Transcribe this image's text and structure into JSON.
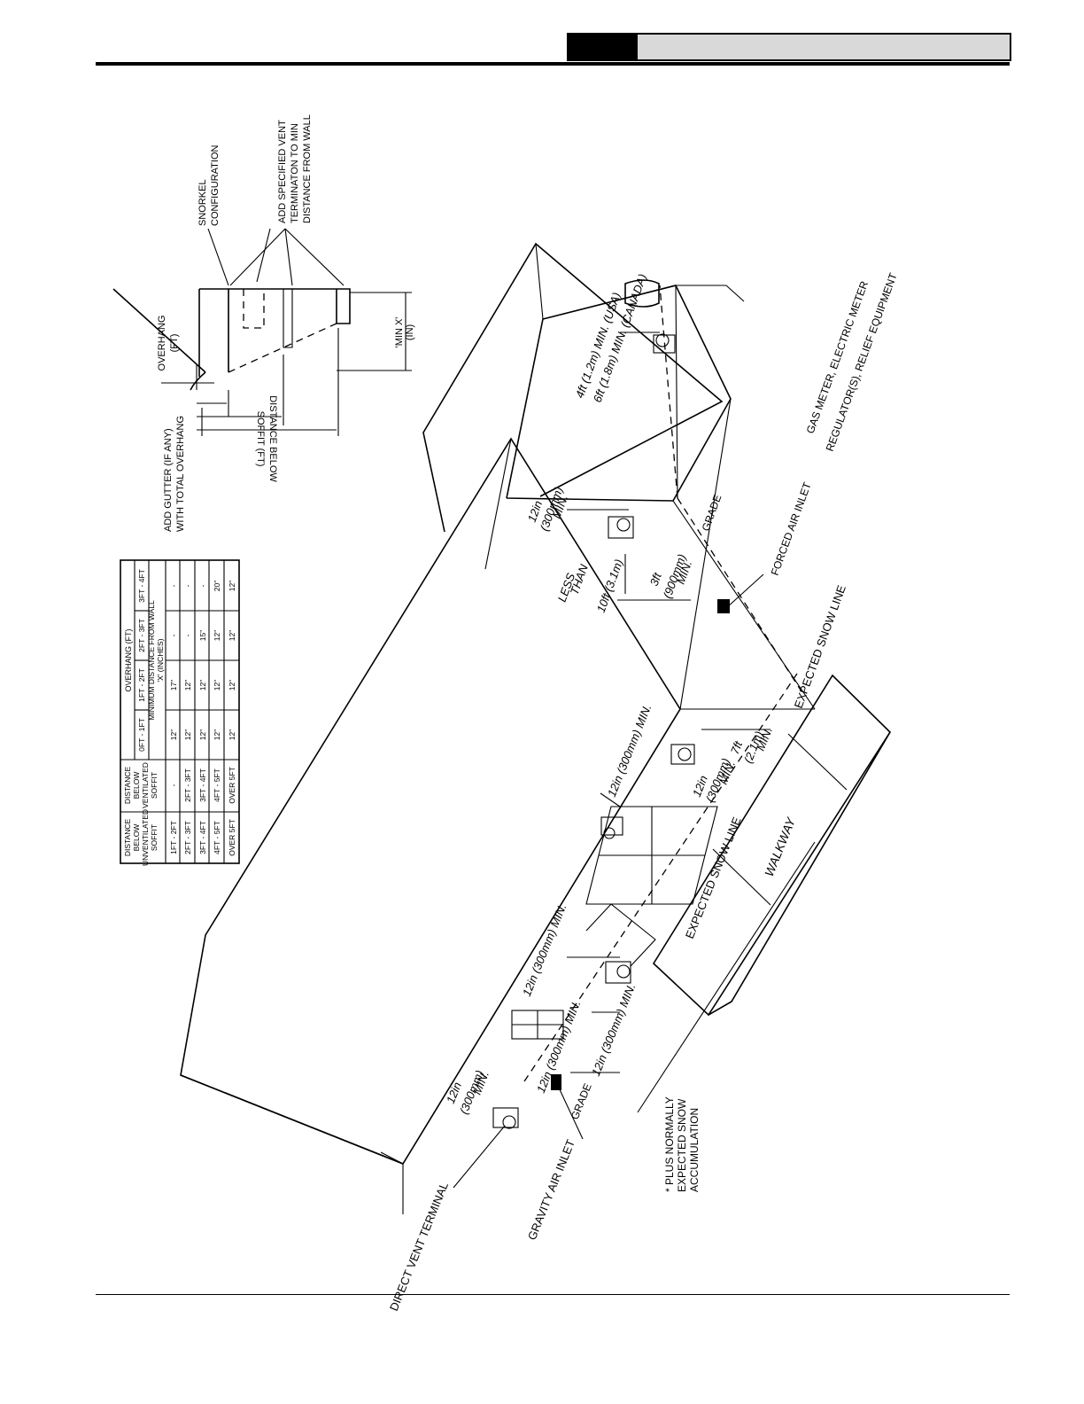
{
  "overhang_table": {
    "col_unventilated": [
      "DISTANCE",
      "BELOW",
      "UNVENTILATED",
      "SOFFIT"
    ],
    "col_ventilated": [
      "DISTANCE",
      "BELOW",
      "VENTILATED",
      "SOFFIT"
    ],
    "overhang_title": "OVERHANG (FT)",
    "min_distance": [
      "MINIMUM DISTANCE FROM WALL",
      "'X' (INCHES)"
    ],
    "overhang_cols": [
      "0FT - 1FT",
      "1FT - 2FT",
      "2FT - 3FT",
      "3FT - 4FT"
    ],
    "rows": [
      {
        "unvent": "1FT - 2FT",
        "vent": "-",
        "v": [
          "12\"",
          "17\"",
          "-",
          "-"
        ]
      },
      {
        "unvent": "2FT - 3FT",
        "vent": "2FT - 3FT",
        "v": [
          "12\"",
          "12\"",
          "-",
          "-"
        ]
      },
      {
        "unvent": "3FT - 4FT",
        "vent": "3FT - 4FT",
        "v": [
          "12\"",
          "12\"",
          "15\"",
          "-"
        ]
      },
      {
        "unvent": "4FT - 5FT",
        "vent": "4FT - 5FT",
        "v": [
          "12\"",
          "12\"",
          "12\"",
          "20\""
        ]
      },
      {
        "unvent": "OVER 5FT",
        "vent": "OVER 5FT",
        "v": [
          "12\"",
          "12\"",
          "12\"",
          "12\""
        ]
      }
    ]
  },
  "detail": {
    "gutter": [
      "ADD GUTTER (IF ANY)",
      "WITH TOTAL OVERHANG"
    ],
    "overhang": [
      "OVERHANG",
      "(FT)"
    ],
    "snorkel": [
      "SNORKEL",
      "CONFIGURATION"
    ],
    "add_vent": [
      "ADD SPECIFIED VENT",
      "TERMINATON TO MIN",
      "DISTANCE FROM WALL"
    ],
    "dist_below": [
      "DISTANCE BELOW",
      "SOFFIT (FT)"
    ],
    "min_x": [
      "'MIN X'",
      "(IN)"
    ]
  },
  "labels": {
    "dv_terminal": "DIRECT VENT TERMINAL",
    "gravity_inlet": "GRAVITY AIR INLET",
    "grade": "GRADE",
    "walkway": "WALKWAY",
    "snow_line": "EXPECTED SNOW LINE",
    "forced_inlet": "FORCED AIR INLET",
    "gas_meter": [
      "GAS METER, ELECTRIC METER",
      "REGULATOR(S), RELIEF EQUIPMENT"
    ],
    "note": [
      "* PLUS NORMALLY",
      "EXPECTED SNOW",
      "ACCUMULATION"
    ],
    "d12_300": [
      "12in",
      "(300mm)",
      "MIN."
    ],
    "d12_300_line": "12in (300mm) MIN.",
    "d7": [
      "7ft",
      "(2.1m)",
      "MIN."
    ],
    "d3": [
      "3ft",
      "(900mm)",
      "MIN."
    ],
    "less10": [
      "LESS",
      "THAN",
      "10ft (3.1m)"
    ],
    "d4": "4ft (1.2m) MIN. (USA)",
    "d6": "6ft (1.8m) MIN. (CANADA)"
  }
}
